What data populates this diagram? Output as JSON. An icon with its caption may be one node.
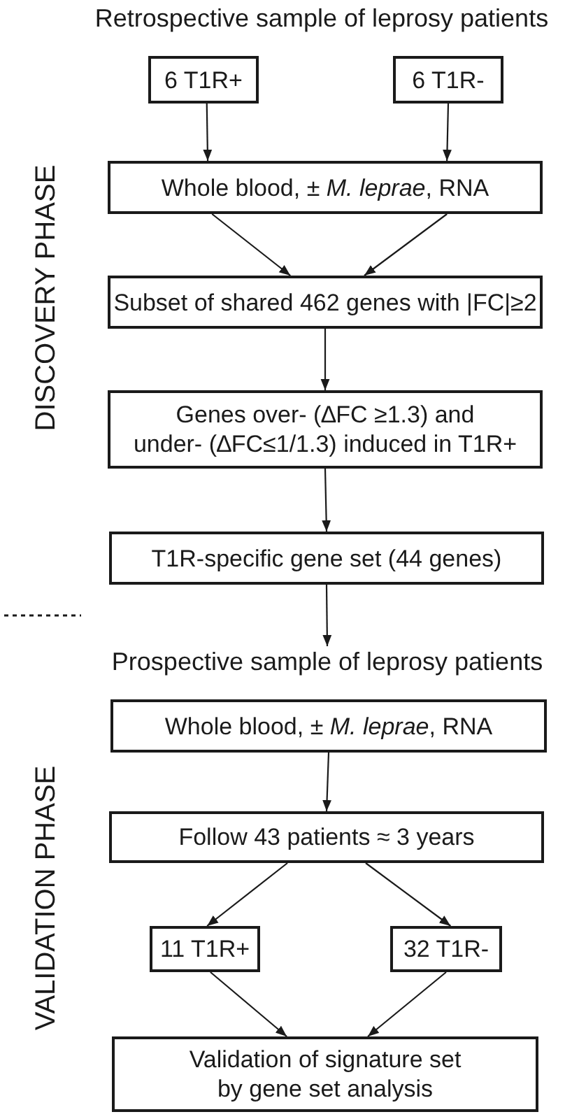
{
  "diagram": {
    "nodes": [
      {
        "text": [
          "6 T1R+"
        ]
      },
      {
        "text": [
          "6 T1R-"
        ]
      },
      {
        "text": [
          "Whole blood, ± *M. leprae*, RNA"
        ]
      },
      {
        "text": [
          "Subset of shared 462 genes with |FC|≥2"
        ]
      },
      {
        "text": [
          "Genes over- (∆FC ≥1.3) and under- (∆FC≤1/1.3) induced in T1R+"
        ]
      },
      {
        "text": [
          "T1R-specific gene set (44 genes)"
        ]
      },
      {
        "text": [
          "Prospective sample of leprosy patients"
        ]
      },
      {
        "text": [
          "Whole blood, ± *M. leprae*, RNA"
        ]
      },
      {
        "text": [
          "Follow 43 patients ≈ 3 years"
        ]
      },
      {
        "text": [
          "11 T1R+"
        ]
      },
      {
        "text": [
          "32 T1R-"
        ]
      },
      {
        "text": [
          "Validation of signature set by gene set analysis"
        ]
      }
    ],
    "edges": [
      {
        "from": 0,
        "to": 2,
        "arrow": "to"
      },
      {
        "from": 1,
        "to": 2,
        "arrow": "to"
      },
      {
        "from": 2,
        "to": 3,
        "arrow": "to"
      },
      {
        "from": 2,
        "to": 3,
        "arrow": "to"
      },
      {
        "from": 3,
        "to": 4,
        "arrow": "to"
      },
      {
        "from": 4,
        "to": 5,
        "arrow": "to"
      },
      {
        "from": 5,
        "to": 6,
        "arrow": "to"
      },
      {
        "from": 7,
        "to": 8,
        "arrow": "to"
      },
      {
        "from": 8,
        "to": 9,
        "arrow": "to"
      },
      {
        "from": 8,
        "to": 10,
        "arrow": "to"
      },
      {
        "from": 9,
        "to": 11,
        "arrow": "to"
      },
      {
        "from": 10,
        "to": 11,
        "arrow": "to"
      }
    ],
    "labels": [
      "Retrospective sample of leprosy patients",
      "DISCOVERY PHASE",
      "VALIDATION PHASE"
    ]
  }
}
